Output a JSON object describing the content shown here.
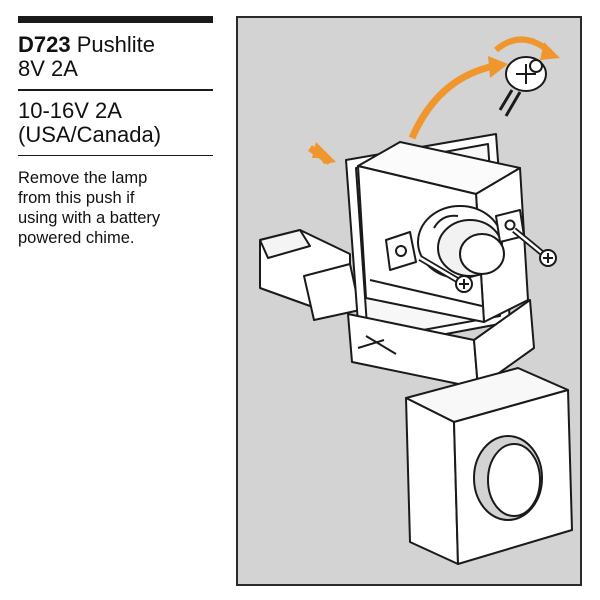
{
  "spec": {
    "product_code": "D723",
    "product_name": "Pushlite",
    "lamp_voltage": "8V 2A",
    "voltage_line1": "10-16V 2A",
    "voltage_line2": "(USA/Canada)",
    "instruction_lines": [
      "Remove the lamp",
      "from this push if",
      "using with a battery",
      "powered chime."
    ]
  },
  "colors": {
    "panel_bg": "#d3d3d3",
    "arrow_orange": "#f0962e",
    "ink": "#1a1a1a"
  },
  "icons": [
    "lamp-icon",
    "rotate-arrow-icon",
    "insert-arrow-icon",
    "screw-icon"
  ]
}
